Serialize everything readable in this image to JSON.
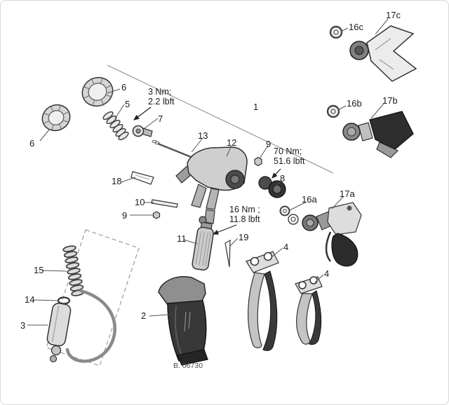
{
  "figure": {
    "ref": "B. 06730"
  },
  "part_labels": {
    "p1": "1",
    "p2": "2",
    "p3": "3",
    "p4": "4",
    "p5": "5",
    "p6": "6",
    "p7": "7",
    "p8": "8",
    "p9": "9",
    "p10": "10",
    "p11": "11",
    "p12": "12",
    "p13": "13",
    "p14": "14",
    "p15": "15",
    "p16a": "16a",
    "p16b": "16b",
    "p16c": "16c",
    "p17a": "17a",
    "p17b": "17b",
    "p17c": "17c",
    "p18": "18",
    "p19": "19"
  },
  "annotations": {
    "torque_nozzle": "3 Nm;\n2.2 lbft",
    "torque_packing": "70 Nm;\n51.6 lbft",
    "torque_filter": "16 Nm ;\n11.8 lbft"
  }
}
